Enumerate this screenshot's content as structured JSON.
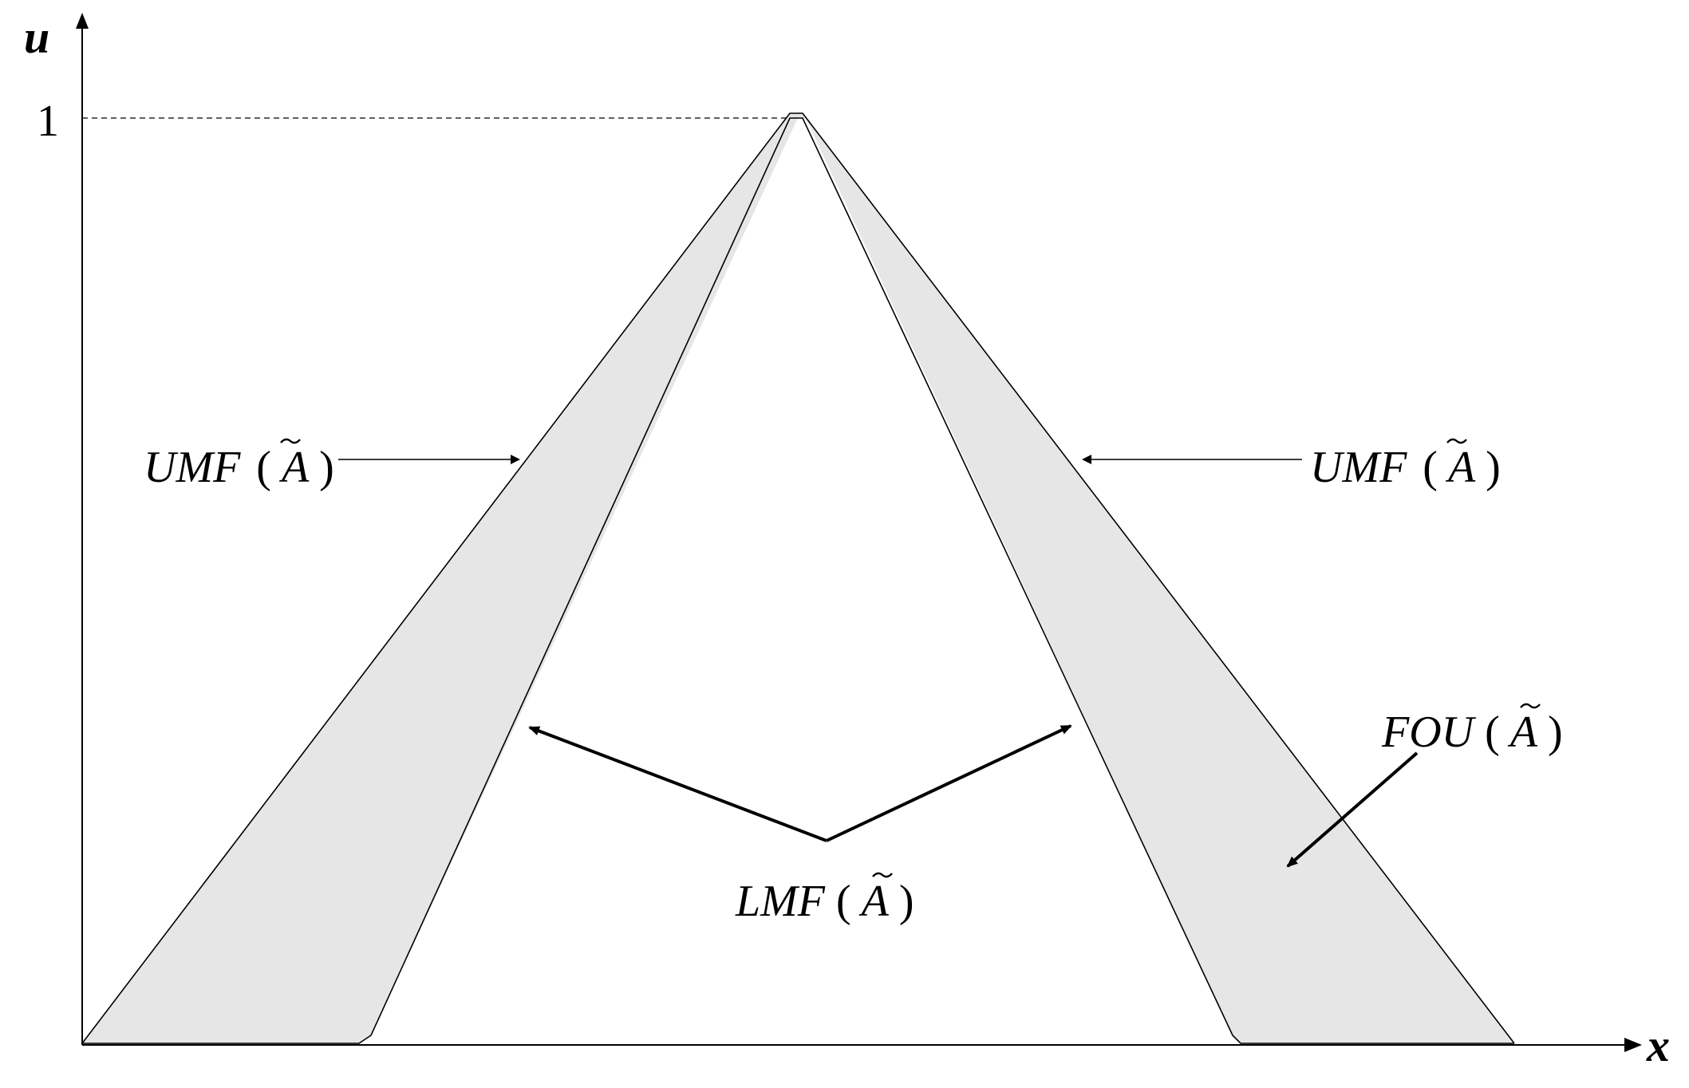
{
  "axes": {
    "y_label": "u",
    "x_label": "x",
    "y_tick_one": "1"
  },
  "labels": {
    "umf_left": {
      "main": "UMF",
      "open": "(",
      "sym": "A",
      "close": ")"
    },
    "umf_right": {
      "main": "UMF",
      "open": "(",
      "sym": "A",
      "close": ")"
    },
    "lmf": {
      "main": "LMF",
      "open": "(",
      "sym": "A",
      "close": ")"
    },
    "fou": {
      "main": "FOU",
      "open": "(",
      "sym": "A",
      "close": ")"
    }
  },
  "colors": {
    "fou_fill": "#e6e6e6",
    "stroke": "#000000",
    "background": "#ffffff"
  }
}
